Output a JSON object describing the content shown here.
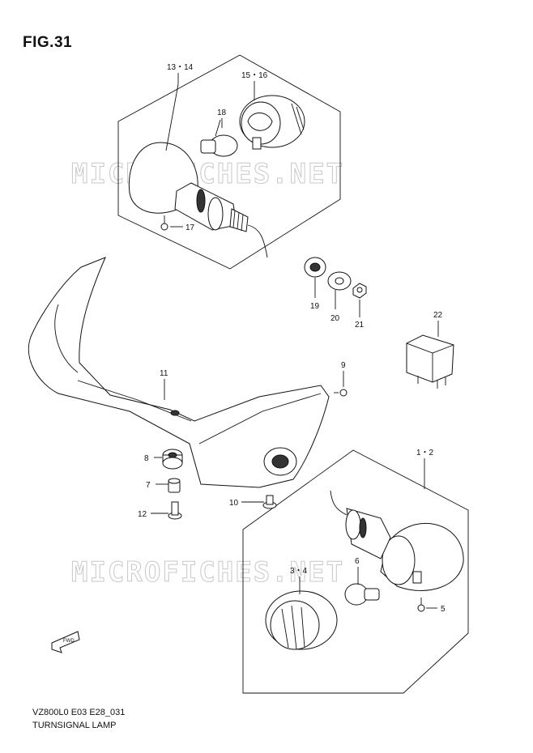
{
  "figure": {
    "title": "FIG.31"
  },
  "watermark": "MICROFICHES.NET",
  "footer": {
    "code": "VZ800L0 E03 E28_031",
    "caption": "TURNSIGNAL LAMP"
  },
  "labels": {
    "p13_14": "13・14",
    "p15_16": "15・16",
    "p18": "18",
    "p17": "17",
    "p19": "19",
    "p20": "20",
    "p21": "21",
    "p22": "22",
    "p9": "9",
    "p11": "11",
    "p8": "8",
    "p7": "7",
    "p12": "12",
    "p10": "10",
    "p1_2": "1・2",
    "p3_4": "3・4",
    "p6": "6",
    "p5": "5",
    "fwd": "FWD"
  }
}
